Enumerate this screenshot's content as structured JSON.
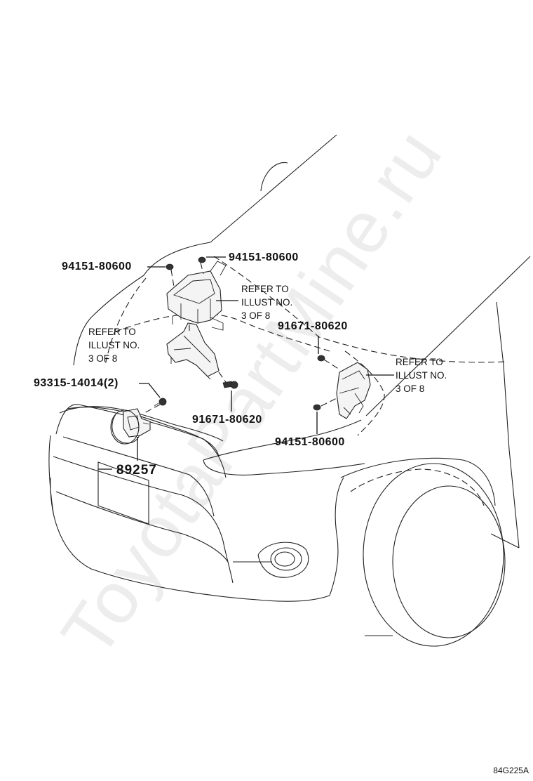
{
  "watermark": "ToyotaPartMine.ru",
  "illustration_code": "84G225A",
  "parts": {
    "clip_left_top": "94151-80600",
    "clip_center_top": "94151-80600",
    "clip_right_bottom": "94151-80600",
    "screw_right": "91671-80620",
    "screw_center": "91671-80620",
    "bolt_left": "93315-14014(2)",
    "sensor": "89257"
  },
  "notes": {
    "refer_center": [
      "REFER TO",
      "ILLUST NO.",
      "3 OF 8"
    ],
    "refer_left": [
      "REFER TO",
      "ILLUST NO.",
      "3 OF 8"
    ],
    "refer_right": [
      "REFER TO",
      "ILLUST NO.",
      "3 OF 8"
    ]
  }
}
